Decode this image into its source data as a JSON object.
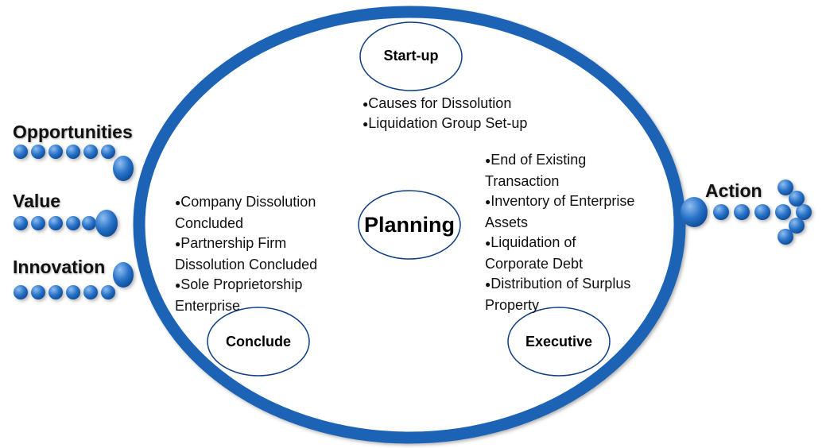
{
  "colors": {
    "ring_blue": "#1f63b5",
    "dot_light": "#6fa6e6",
    "dot_dark": "#0d4f9e",
    "ellipse_stroke": "#0e3d82"
  },
  "icons": {
    "left_arrows": "dotted-arrow-icon",
    "right_arrow": "dotted-arrow-right-icon"
  },
  "inputs": {
    "opportunities": "Opportunities",
    "value": "Value",
    "innovation": "Innovation"
  },
  "output": {
    "action": "Action"
  },
  "center": {
    "label": "Planning"
  },
  "phases": {
    "startup": {
      "label": "Start-up",
      "items": [
        "Causes for Dissolution",
        "Liquidation Group Set-up"
      ]
    },
    "executive": {
      "label": "Executive",
      "items": [
        [
          "End of Existing",
          "Transaction"
        ],
        [
          "Inventory of Enterprise",
          "Assets"
        ],
        [
          "Liquidation of",
          "Corporate Debt"
        ],
        [
          "Distribution of Surplus",
          "Property"
        ]
      ]
    },
    "conclude": {
      "label": "Conclude",
      "items": [
        [
          "Company Dissolution",
          "Concluded"
        ],
        [
          "Partnership Firm",
          "Dissolution Concluded"
        ],
        [
          "Sole Proprietorship",
          "Enterprise"
        ]
      ]
    }
  }
}
